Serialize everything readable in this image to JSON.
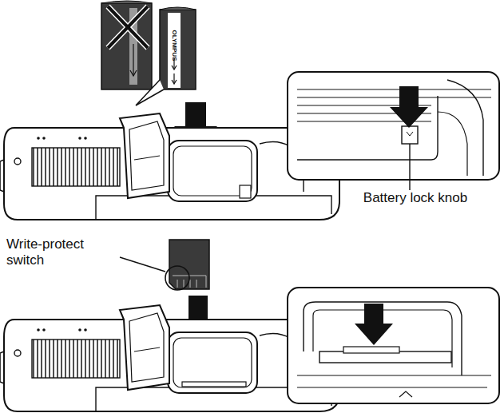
{
  "diagram": {
    "labels": [
      "Battery lock knob",
      "Write-protect switch",
      "OLYMPUS"
    ]
  }
}
